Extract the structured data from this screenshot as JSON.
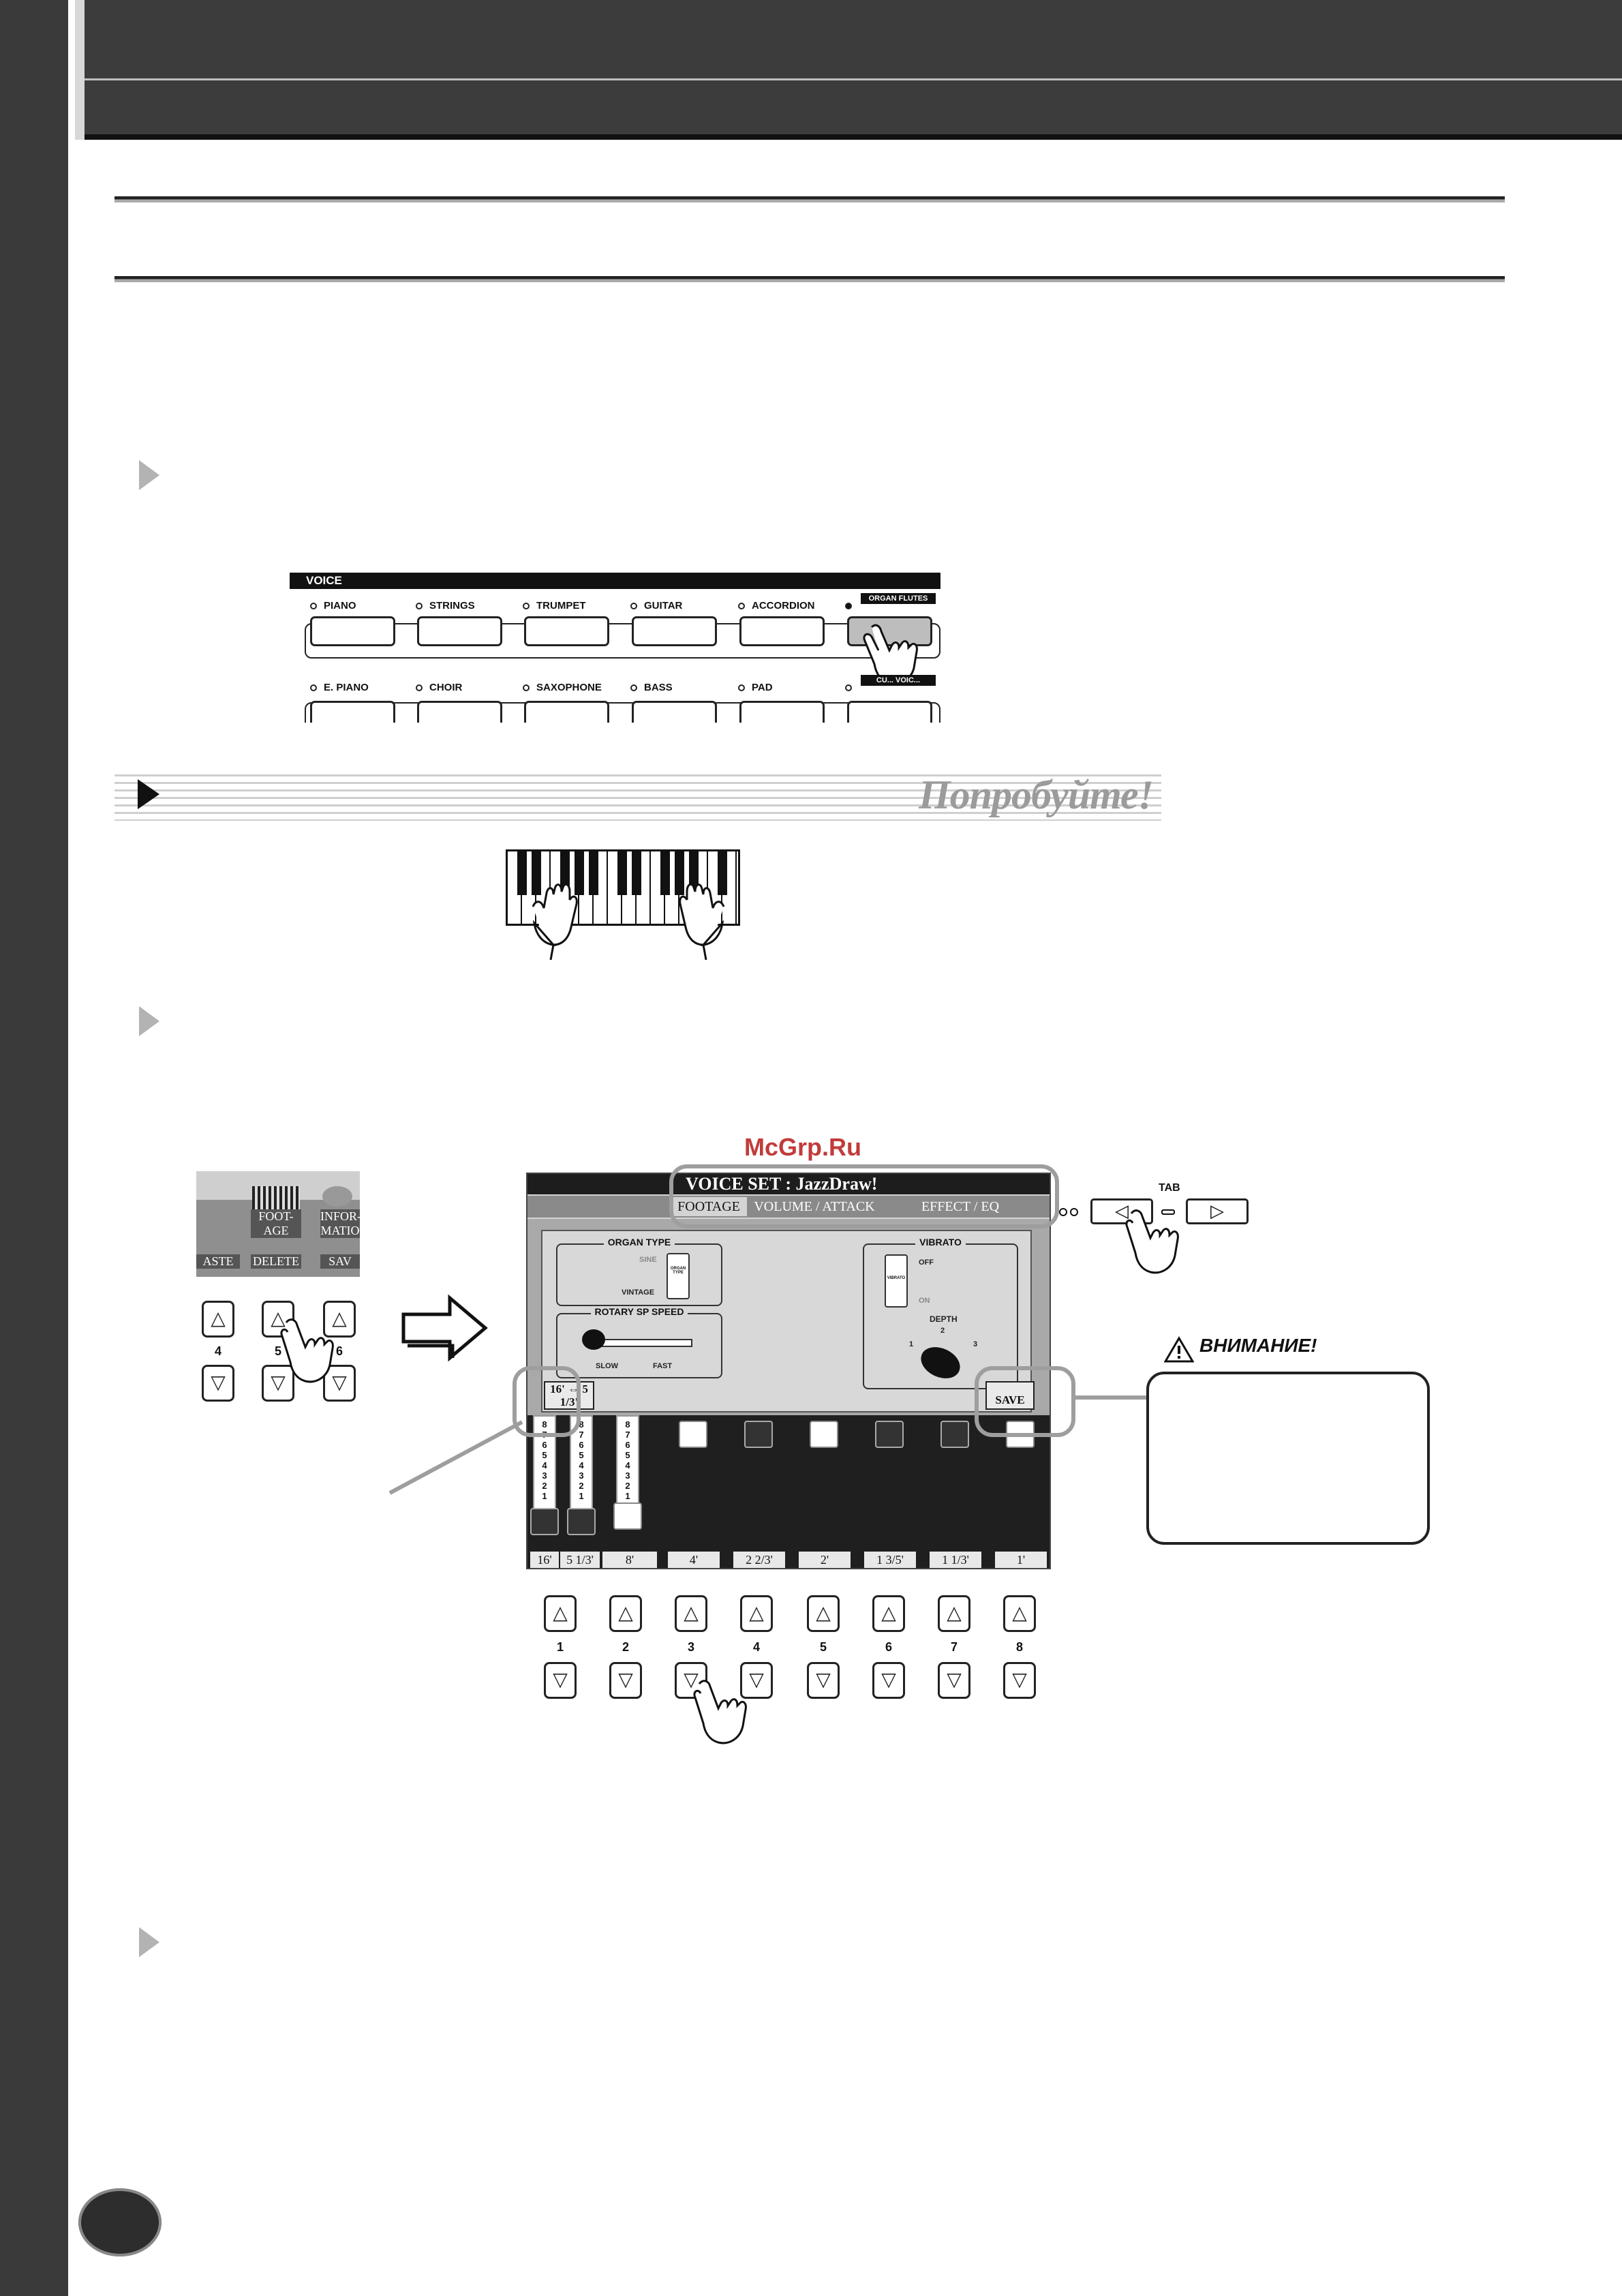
{
  "voice_panel": {
    "title": "VOICE",
    "row1": [
      "PIANO",
      "STRINGS",
      "TRUMPET",
      "GUITAR",
      "ACCORDION"
    ],
    "row1_selected": "ORGAN FLUTES",
    "row2": [
      "E. PIANO",
      "CHOIR",
      "SAXOPHONE",
      "BASS",
      "PAD"
    ],
    "row2_last_partial": "CU... VOIC..."
  },
  "try_banner": {
    "text": "Попробуйте!"
  },
  "watermark": "McGrp.Ru",
  "mini_screen": {
    "labels": [
      "FOOT-AGE",
      "INFOR-MATIO",
      "ASTE",
      "DELETE",
      "SAV"
    ]
  },
  "mini_buttons": {
    "numbers": [
      "4",
      "5",
      "6"
    ],
    "up": "△",
    "down": "▽"
  },
  "display": {
    "title": "VOICE SET : JazzDraw!",
    "tabs": [
      "FOOTAGE",
      "VOLUME / ATTACK",
      "EFFECT / EQ"
    ],
    "organ_type": {
      "label": "ORGAN TYPE",
      "sine": "SINE",
      "vintage": "VINTAGE",
      "switch_text": "ORGAN TYPE"
    },
    "rotary": {
      "label": "ROTARY SP SPEED",
      "slow": "SLOW",
      "fast": "FAST"
    },
    "vibrato": {
      "label": "VIBRATO",
      "off": "OFF",
      "on": "ON",
      "switch_text": "VIBRATO",
      "depth": "DEPTH",
      "d1": "1",
      "d2": "2",
      "d3": "3"
    },
    "footage_button": "16' ⇔ 5 1/3'",
    "save_button": "SAVE",
    "footages": [
      "16'",
      "5 1/3'",
      "8'",
      "4'",
      "2 2/3'",
      "2'",
      "1 3/5'",
      "1 1/3'",
      "1'"
    ],
    "scale": [
      "8",
      "7",
      "6",
      "5",
      "4",
      "3",
      "2",
      "1"
    ]
  },
  "tab_control": {
    "label": "TAB",
    "left": "◁",
    "right": "▷"
  },
  "attention": {
    "title": "ВНИМАНИЕ!"
  },
  "bottom_buttons": {
    "numbers": [
      "1",
      "2",
      "3",
      "4",
      "5",
      "6",
      "7",
      "8"
    ],
    "up": "△",
    "down": "▽"
  }
}
